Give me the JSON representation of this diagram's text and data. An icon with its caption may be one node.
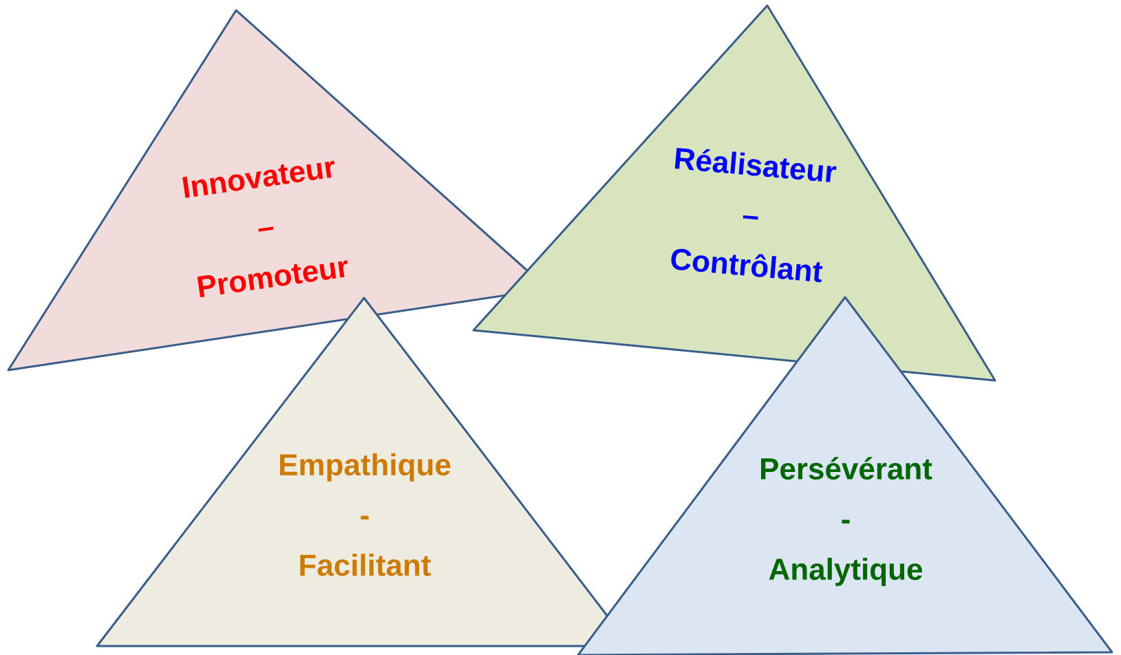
{
  "diagram": {
    "nodes": [
      {
        "text": [
          "Innovateur – Promoteur"
        ]
      },
      {
        "text": [
          "Réalisateur – Contrôlant"
        ]
      },
      {
        "text": [
          "Empathique - Facilitant"
        ]
      },
      {
        "text": [
          "Persévérant - Analytique"
        ]
      }
    ]
  }
}
